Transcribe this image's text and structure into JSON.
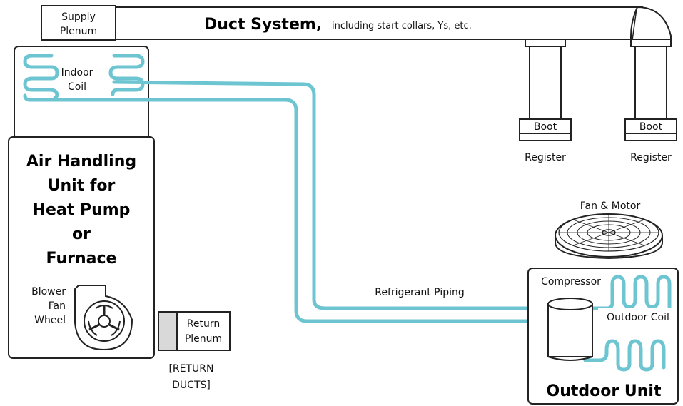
{
  "colors": {
    "pipe": "#6cc5d0",
    "outline": "#222222",
    "return_fill": "#d9d9d9"
  },
  "labels": {
    "supply_plenum_1": "Supply",
    "supply_plenum_2": "Plenum",
    "duct_title": "Duct System,",
    "duct_sub": "including start collars, Ys, etc.",
    "indoor_coil_1": "Indoor",
    "indoor_coil_2": "Coil",
    "ahu_1": "Air Handling",
    "ahu_2": "Unit for",
    "ahu_3": "Heat Pump",
    "ahu_4": "or",
    "ahu_5": "Furnace",
    "blower_1": "Blower",
    "blower_2": "Fan",
    "blower_3": "Wheel",
    "return_plenum_1": "Return",
    "return_plenum_2": "Plenum",
    "return_ducts_1": "[RETURN",
    "return_ducts_2": "DUCTS]",
    "boot": "Boot",
    "register": "Register",
    "fan_motor": "Fan & Motor",
    "compressor": "Compressor",
    "outdoor_coil": "Outdoor Coil",
    "refrigerant_piping": "Refrigerant Piping",
    "outdoor_unit": "Outdoor Unit"
  }
}
